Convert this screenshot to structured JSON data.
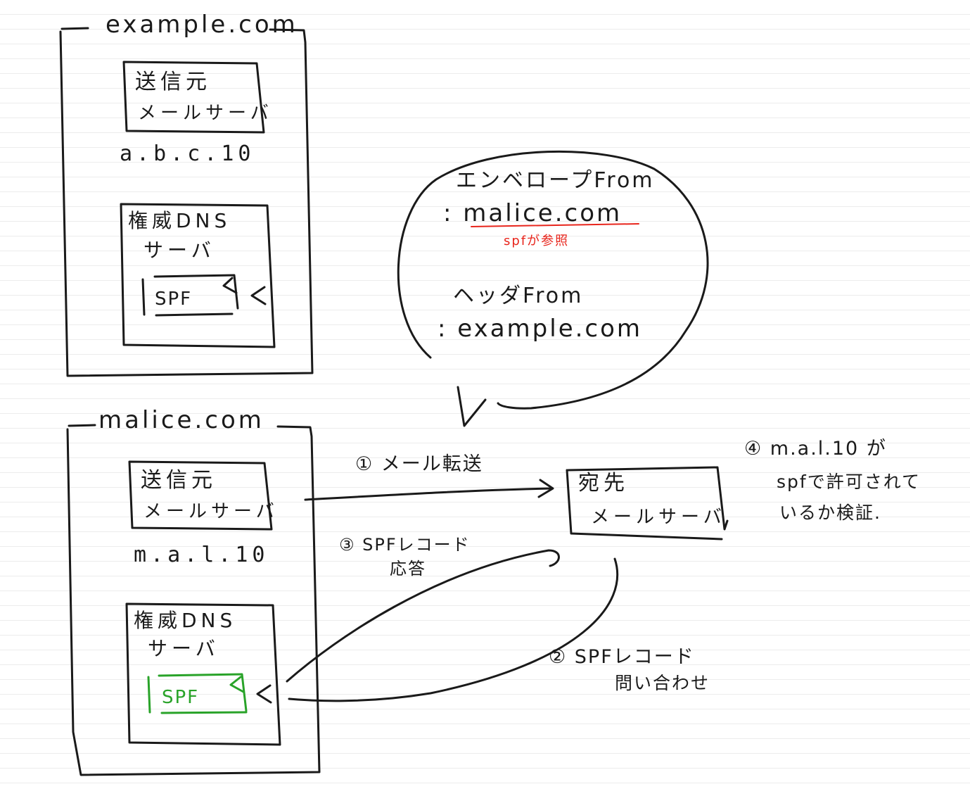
{
  "example": {
    "domain": "example.com",
    "sender_line1": "送信元",
    "sender_line2": "メールサーバ",
    "sender_ip": "a.b.c.10",
    "dns_line1": "権威DNS",
    "dns_line2": "サーバ",
    "spf": "SPF"
  },
  "malice": {
    "domain": "malice.com",
    "sender_line1": "送信元",
    "sender_line2": "メールサーバ",
    "sender_ip": "m.a.l.10",
    "dns_line1": "権威DNS",
    "dns_line2": "サーバ",
    "spf": "SPF"
  },
  "dest": {
    "line1": "宛先",
    "line2": "メールサーバ"
  },
  "bubble": {
    "envelope_label": "エンベロープFrom",
    "envelope_value": ": malice.com",
    "envelope_note": "spfが参照",
    "header_label": "ヘッダFrom",
    "header_value": ": example.com"
  },
  "steps": {
    "s1": "① メール転送",
    "s2_line1": "② SPFレコード",
    "s2_line2": "問い合わせ",
    "s3_line1": "③ SPFレコード",
    "s3_line2": "応答",
    "s4_line1": "④ m.a.l.10 が",
    "s4_line2": "spfで許可されて",
    "s4_line3": "いるか検証."
  },
  "colors": {
    "ink": "#1a1a1a",
    "spf_ok": "#29a329",
    "note": "#e8251c"
  }
}
